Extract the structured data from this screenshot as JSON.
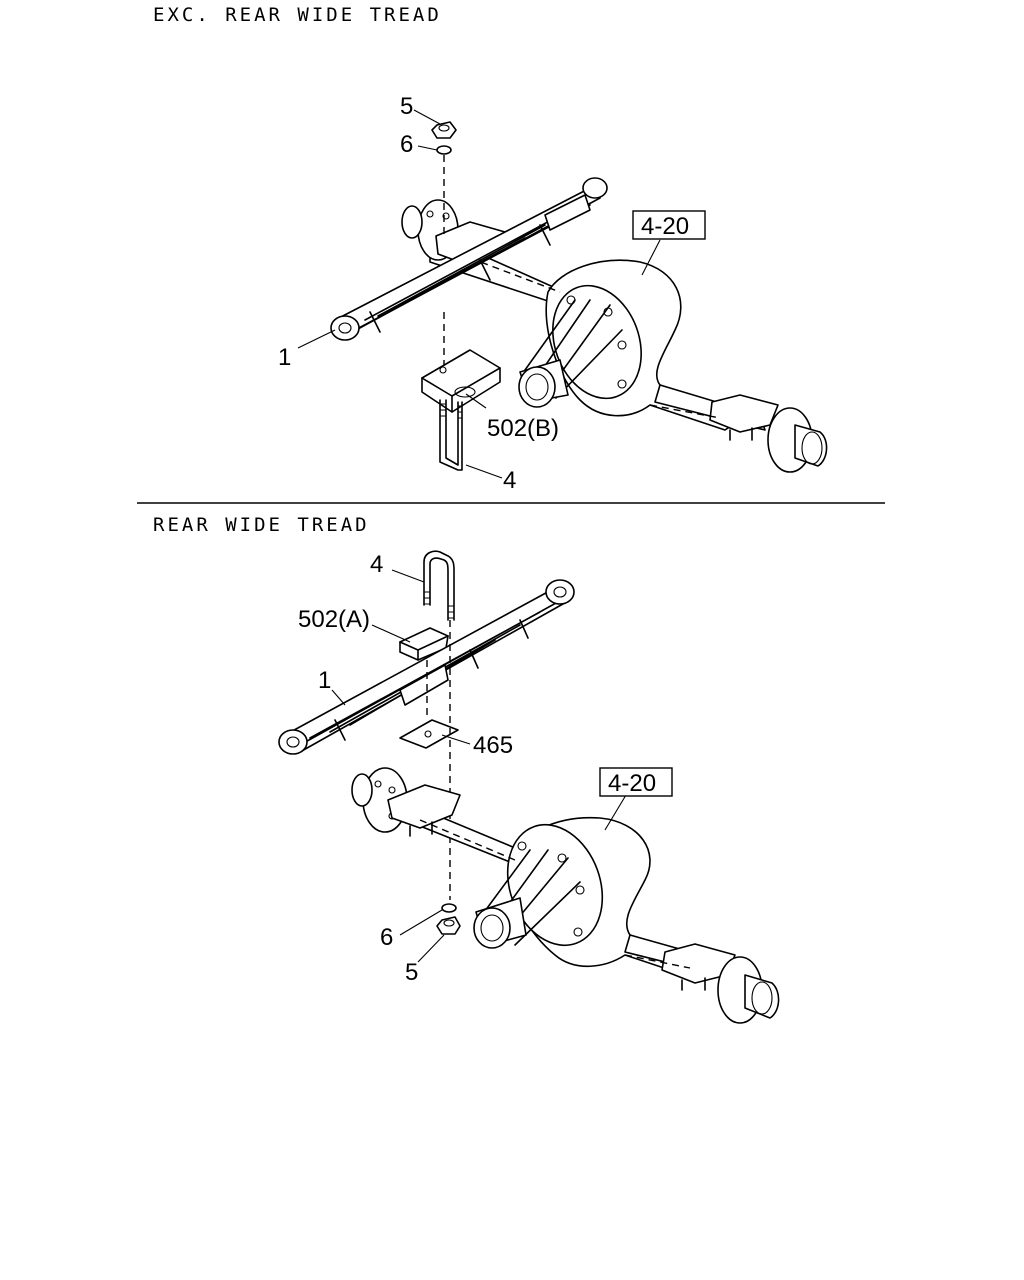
{
  "sections": {
    "top": {
      "title": "EXC. REAR WIDE TREAD",
      "callouts": {
        "c5": "5",
        "c6": "6",
        "c1": "1",
        "c502b": "502(B)",
        "c4": "4",
        "ref": "4-20"
      }
    },
    "bottom": {
      "title": "REAR WIDE TREAD",
      "callouts": {
        "c4": "4",
        "c502a": "502(A)",
        "c1": "1",
        "c465": "465",
        "ref": "4-20",
        "c6": "6",
        "c5": "5"
      }
    }
  }
}
